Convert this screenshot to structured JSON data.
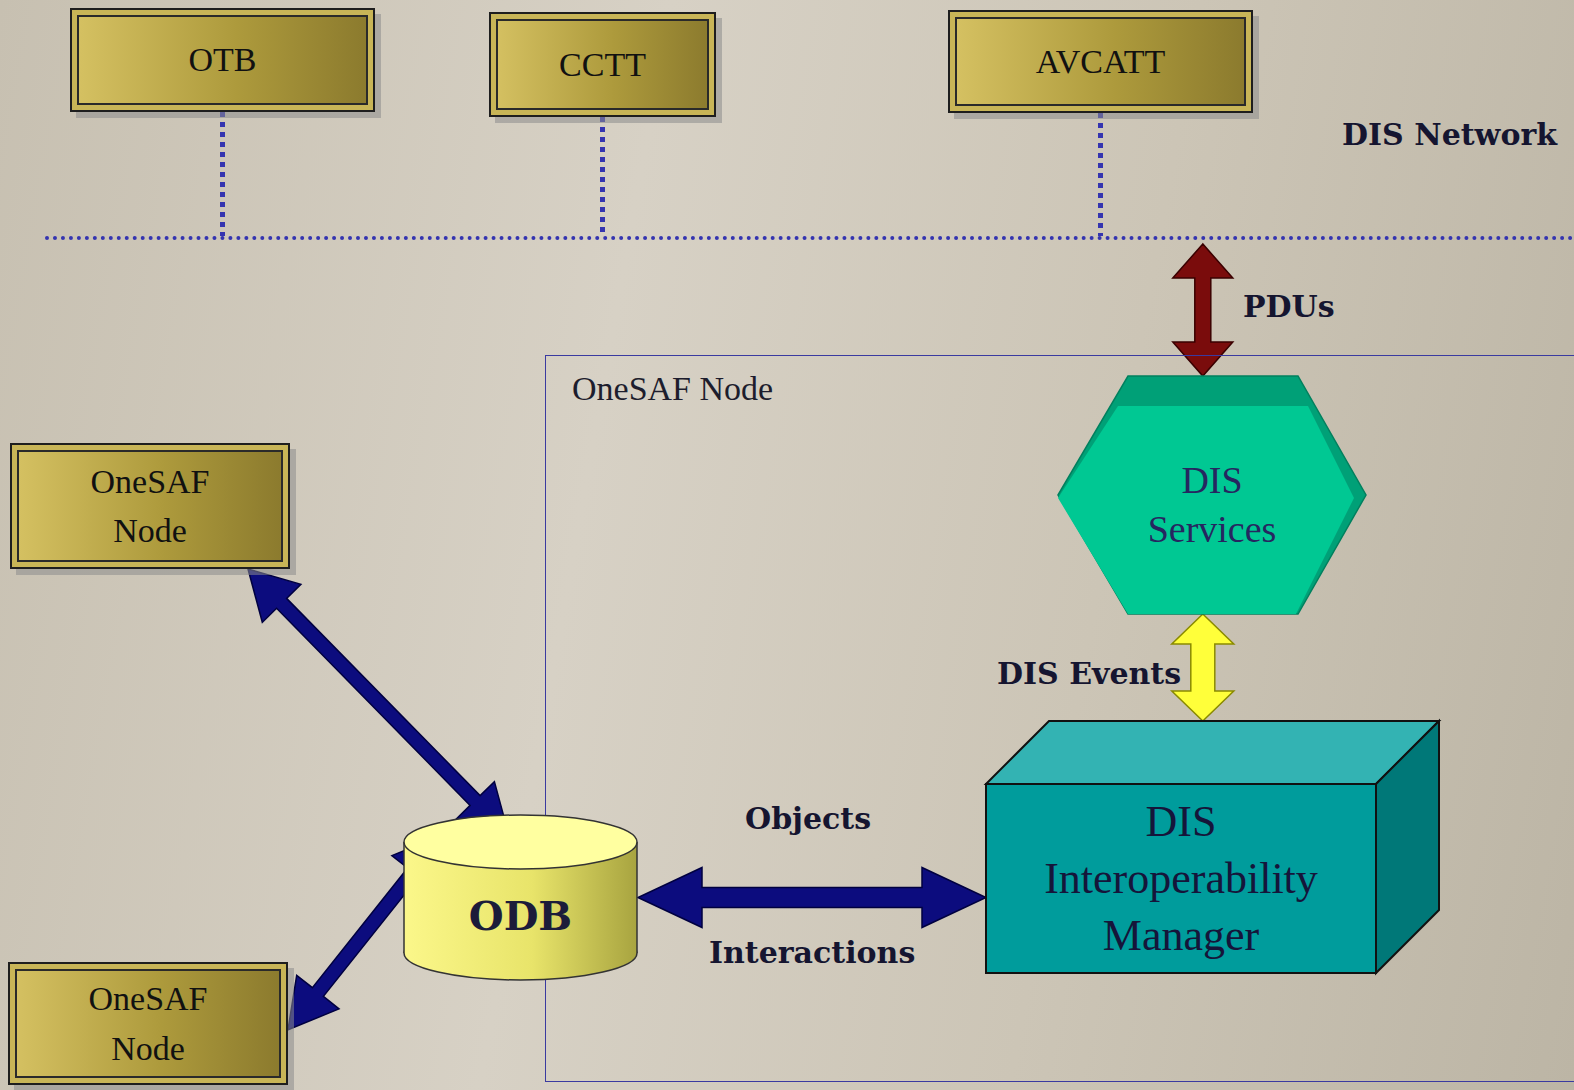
{
  "diagram": {
    "nodes": [
      {
        "text": [
          "OTB"
        ]
      },
      {
        "text": [
          "CCTT"
        ]
      },
      {
        "text": [
          "AVCATT"
        ]
      },
      {
        "text": [
          "DIS Network"
        ]
      },
      {
        "text": [
          "OneSAF Node"
        ]
      },
      {
        "text": [
          "DIS Services"
        ],
        "in": 4
      },
      {
        "text": [
          "OneSAF Node"
        ]
      },
      {
        "text": [
          "DIS Interoperability Manager"
        ],
        "in": 4
      },
      {
        "text": [
          "ODB"
        ]
      },
      {
        "text": [
          "OneSAF Node"
        ]
      }
    ],
    "edges": [
      {
        "from": 0,
        "to": 3,
        "arrow": "none"
      },
      {
        "from": 1,
        "to": 3,
        "arrow": "none"
      },
      {
        "from": 2,
        "to": 3,
        "arrow": "none"
      },
      {
        "from": 3,
        "to": 5,
        "label": "PDUs",
        "arrow": "both"
      },
      {
        "from": 5,
        "to": 7,
        "label": "DIS Events",
        "arrow": "both"
      },
      {
        "from": 8,
        "to": 7,
        "label": "Objects",
        "arrow": "both"
      },
      {
        "from": 6,
        "to": 8,
        "arrow": "both"
      },
      {
        "from": 9,
        "to": 8,
        "arrow": "both"
      }
    ],
    "labels": [
      "Interactions"
    ]
  }
}
